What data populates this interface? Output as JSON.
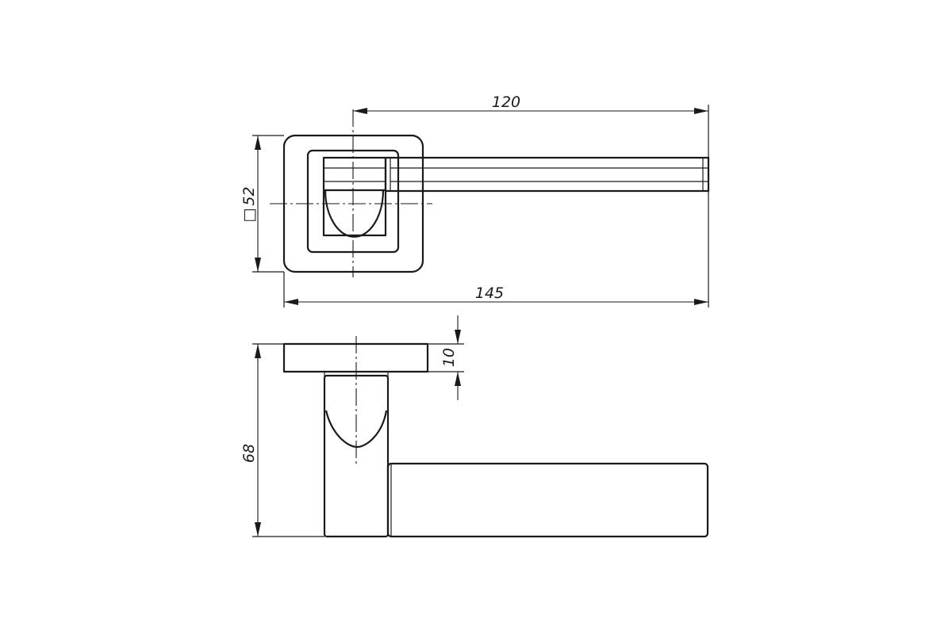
{
  "dimensions": {
    "handle_length_from_axis": "120",
    "overall_length": "145",
    "rose_size_symbol": "□",
    "rose_size_value": "52",
    "rose_thickness": "10",
    "overall_height": "68"
  }
}
